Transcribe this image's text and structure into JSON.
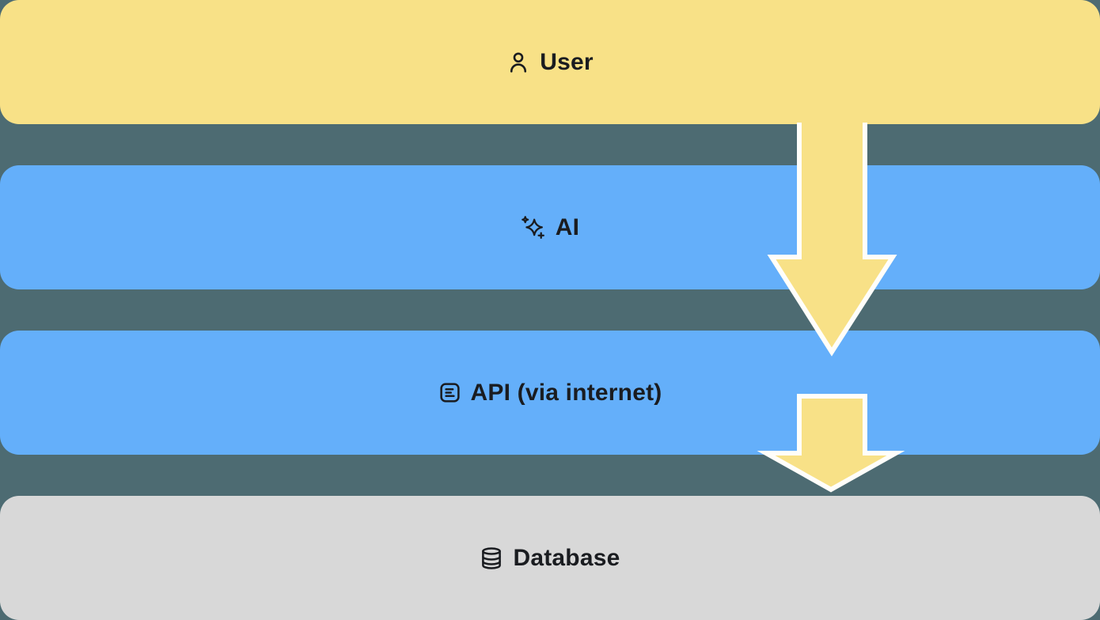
{
  "diagram": {
    "background": "#4D6B72",
    "layers": [
      {
        "label": "User",
        "icon": "user-icon",
        "bg": "#F8E187",
        "text_color": "#1A1C20"
      },
      {
        "label": "AI",
        "icon": "sparkles-icon",
        "bg": "#64AFFA",
        "text_color": "#1A1C20"
      },
      {
        "label": "API (via internet)",
        "icon": "api-list-icon",
        "bg": "#64AFFA",
        "text_color": "#1A1C20"
      },
      {
        "label": "Database",
        "icon": "database-icon",
        "bg": "#D8D8D8",
        "text_color": "#1A1C20"
      }
    ],
    "arrows": [
      {
        "name": "user-to-api",
        "fill": "#F8E187",
        "stroke": "#FFFEFA"
      },
      {
        "name": "api-to-database",
        "fill": "#F8E187",
        "stroke": "#FFFEFA"
      }
    ]
  }
}
